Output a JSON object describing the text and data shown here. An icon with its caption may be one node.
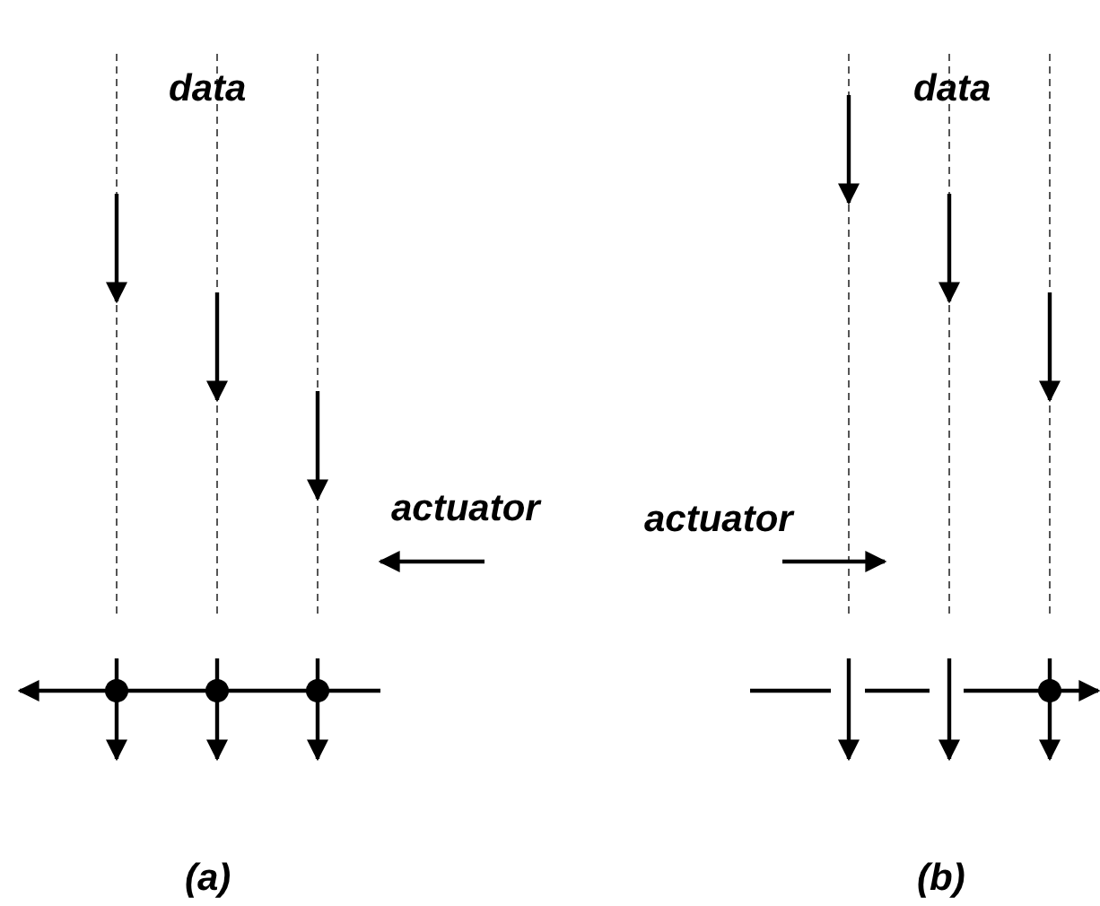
{
  "diagram": {
    "labels": [
      "data",
      "data",
      "actuator",
      "actuator",
      "(a)",
      "(b)"
    ]
  }
}
